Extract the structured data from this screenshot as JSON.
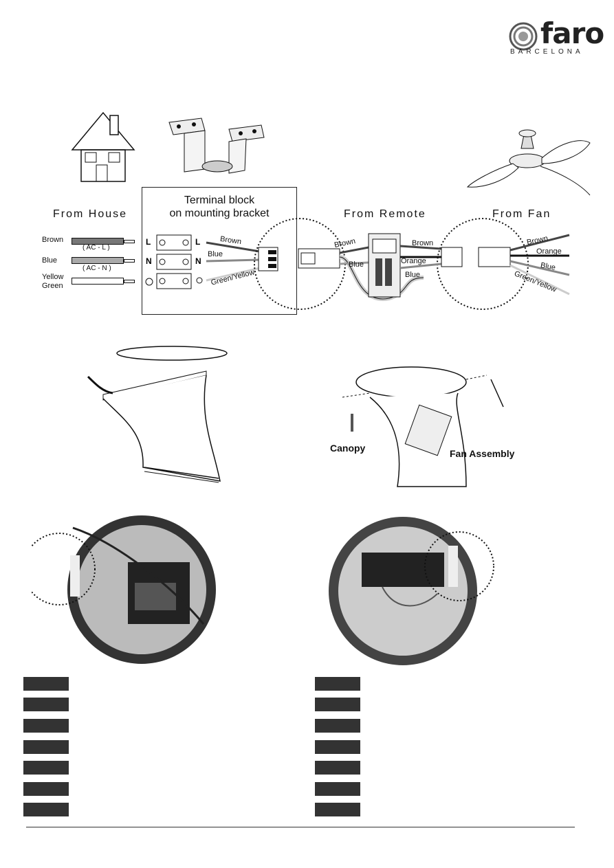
{
  "brand": {
    "name": "faro",
    "sub": "BARCELONA"
  },
  "wiring": {
    "from_house": "From House",
    "terminal_title_1": "Terminal block",
    "terminal_title_2": "on mounting bracket",
    "from_remote": "From Remote",
    "from_fan": "From Fan",
    "house_wires": [
      {
        "label": "Brown",
        "sub": "( AC - L )"
      },
      {
        "label": "Blue",
        "sub": "( AC - N )"
      },
      {
        "label": "Yellow\nGreen",
        "sub": ""
      }
    ],
    "terminal_letters": [
      "L",
      "N",
      "L",
      "N"
    ],
    "terminal_wires": [
      "Brown",
      "Blue",
      "Green/Yellow"
    ],
    "remote_left_wires": [
      "Brown",
      "Blue"
    ],
    "remote_right_wires": [
      "Brown",
      "Orange",
      "Blue"
    ],
    "fan_wires": [
      "Brown",
      "Orange",
      "Blue",
      "Green/Yellow"
    ]
  },
  "labels": {
    "canopy": "Canopy",
    "fan_assembly": "Fan Assembly"
  },
  "colors": {
    "accent": "#333333"
  }
}
